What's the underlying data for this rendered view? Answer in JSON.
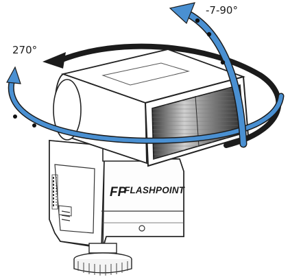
{
  "labels": {
    "horizontal_rotation": "270°",
    "vertical_tilt": "-7-90°"
  },
  "brand": {
    "logo_mark": "FP",
    "name": "FLASHPOINT"
  },
  "colors": {
    "tilt_arrow": "#4a90d2",
    "swivel_arrow": "#1b1b1b",
    "arrow_dots": "#111111"
  }
}
